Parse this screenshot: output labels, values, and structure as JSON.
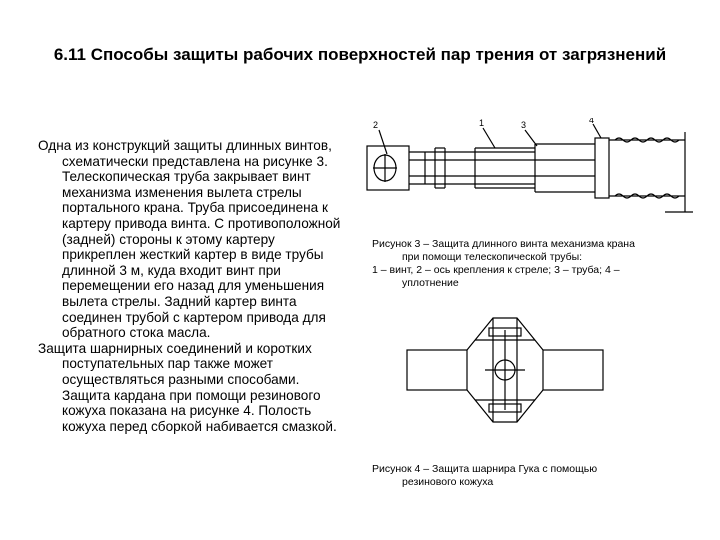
{
  "slide": {
    "title": "6.11 Способы защиты рабочих поверхностей пар трения от загрязнений",
    "paragraphs": [
      "Одна из конструкций защиты длинных винтов, схематически представлена на рисунке 3. Телескопическая труба закрывает винт механизма изменения вылета стрелы портального крана. Труба присоединена к картеру привода винта. С противоположной (задней) стороны к этому картеру прикреплен жесткий картер в виде трубы длинной 3 м, куда входит винт при перемещении его назад для уменьшения вылета стрелы. Задний картер винта соединен трубой с картером привода для обратного стока масла.",
      "Защита шарнирных соединений и коротких поступательных пар также может осуществляться разными способами. Защита кардана при помощи резинового кожуха показана на рисунке 4. Полость кожуха перед сборкой набивается смазкой."
    ],
    "figure3": {
      "callouts": [
        "2",
        "1",
        "3",
        "4"
      ],
      "caption_line1": "Рисунок 3 – Защита длинного винта механизма крана",
      "caption_line2": "при помощи телескопической трубы:",
      "caption_line3": "1 – винт, 2 – ось крепления к стреле; 3 – труба; 4 –",
      "caption_line4": "уплотнение"
    },
    "figure4": {
      "caption_line1": "Рисунок 4 – Защита шарнира Гука с помощью",
      "caption_line2": "резинового кожуха"
    }
  }
}
